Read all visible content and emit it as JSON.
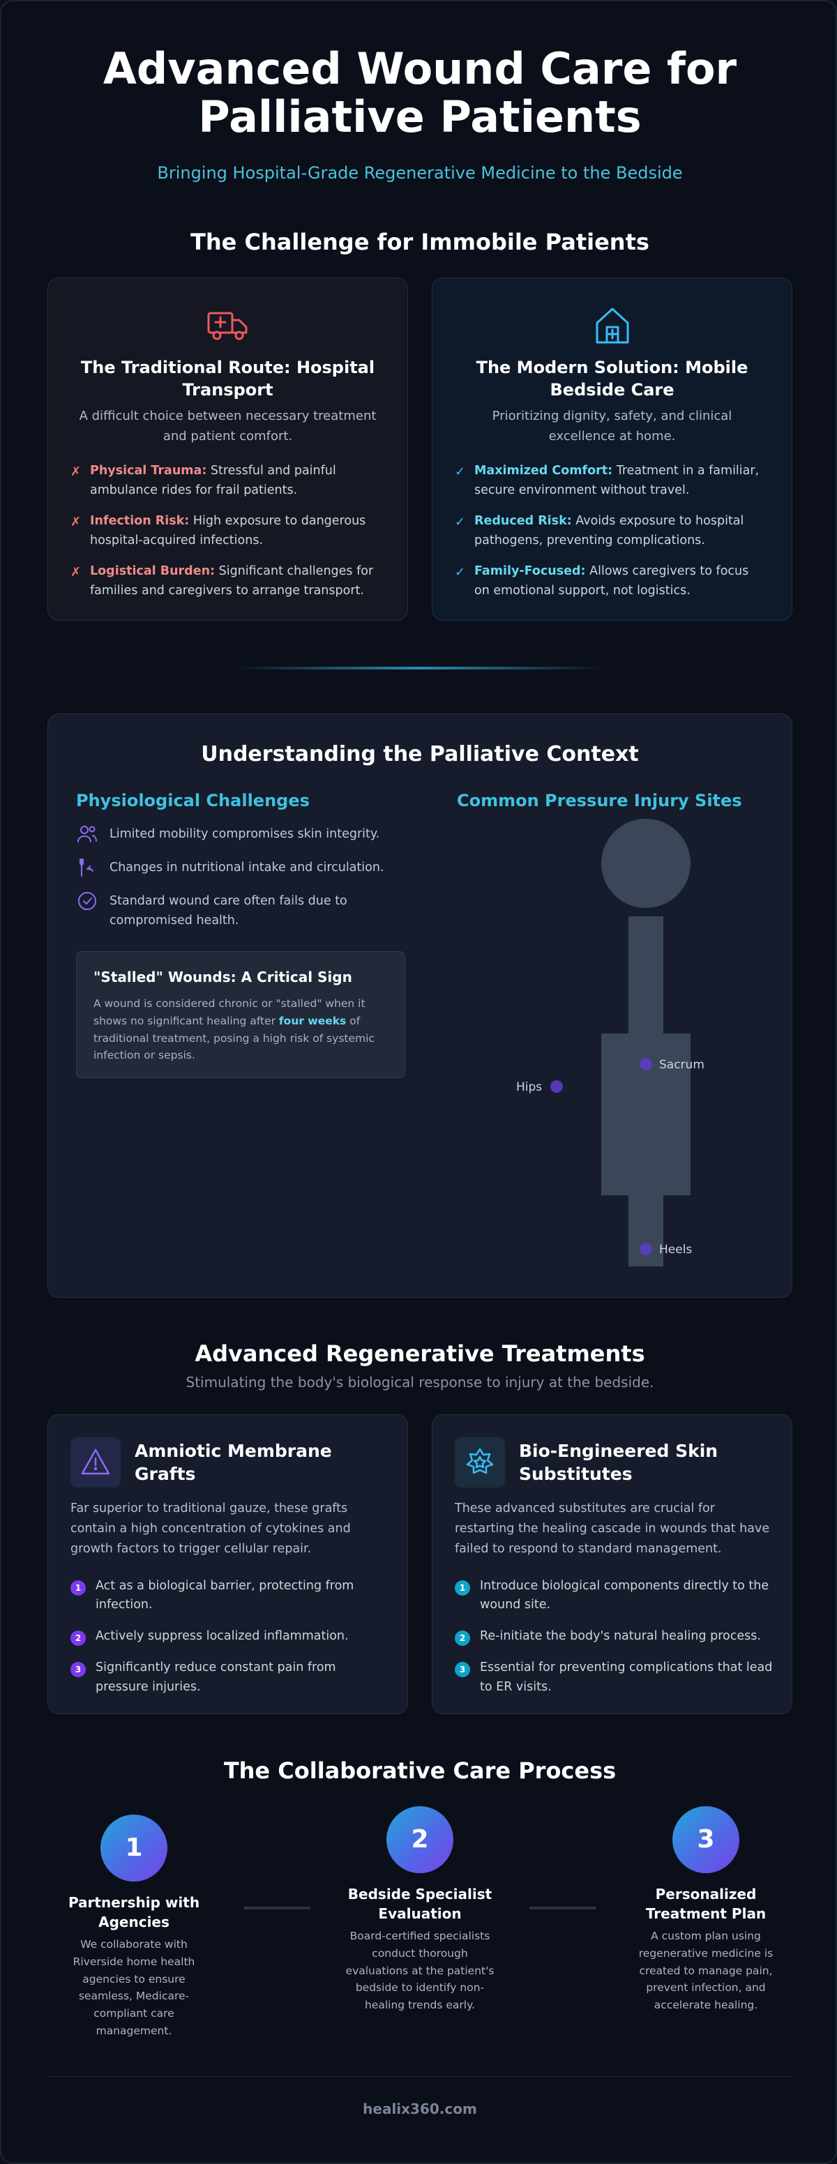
{
  "header": {
    "title_line1": "Advanced Wound Care for",
    "title_line2": "Palliative Patients",
    "subtitle": "Bringing Hospital-Grade Regenerative Medicine to the Bedside"
  },
  "challenge": {
    "title": "The Challenge for Immobile Patients",
    "traditional": {
      "icon": "ambulance-icon",
      "title": "The Traditional Route: Hospital Transport",
      "desc": "A difficult choice between necessary treatment and patient comfort.",
      "items": [
        {
          "label": "Physical Trauma:",
          "text": " Stressful and painful ambulance rides for frail patients."
        },
        {
          "label": "Infection Risk:",
          "text": " High exposure to dangerous hospital-acquired infections."
        },
        {
          "label": "Logistical Burden:",
          "text": " Significant challenges for families and caregivers to arrange transport."
        }
      ],
      "accent": "#f87171"
    },
    "modern": {
      "icon": "home-medical-icon",
      "title": "The Modern Solution: Mobile Bedside Care",
      "desc": "Prioritizing dignity, safety, and clinical excellence at home.",
      "items": [
        {
          "label": "Maximized Comfort:",
          "text": " Treatment in a familiar, secure environment without travel."
        },
        {
          "label": "Reduced Risk:",
          "text": " Avoids exposure to hospital pathogens, preventing complications."
        },
        {
          "label": "Family-Focused:",
          "text": " Allows caregivers to focus on emotional support, not logistics."
        }
      ],
      "accent": "#38bdf8"
    }
  },
  "context": {
    "title": "Understanding the Palliative Context",
    "phys_title": "Physiological Challenges",
    "phys_items": [
      {
        "icon": "users-icon",
        "text": "Limited mobility compromises skin integrity."
      },
      {
        "icon": "nutrition-icon",
        "text": "Changes in nutritional intake and circulation."
      },
      {
        "icon": "check-badge-icon",
        "text": "Standard wound care often fails due to compromised health."
      }
    ],
    "stalled": {
      "title": "\"Stalled\" Wounds: A Critical Sign",
      "text_before": "A wound is considered chronic or \"stalled\" when it shows no significant healing after ",
      "highlight": "four weeks",
      "text_after": " of traditional treatment, posing a high risk of systemic infection or sepsis."
    },
    "sites_title": "Common Pressure Injury Sites",
    "sites": {
      "sacrum": "Sacrum",
      "hips": "Hips",
      "heels": "Heels"
    }
  },
  "treatments": {
    "title": "Advanced Regenerative Treatments",
    "subtitle": "Stimulating the body's biological response to injury at the bedside.",
    "amnio": {
      "icon": "warning-triangle-icon",
      "title": "Amniotic Membrane Grafts",
      "desc": "Far superior to traditional gauze, these grafts contain a high concentration of cytokines and growth factors to trigger cellular repair.",
      "items": [
        "Act as a biological barrier, protecting from infection.",
        "Actively suppress localized inflammation.",
        "Significantly reduce constant pain from pressure injuries."
      ]
    },
    "bio": {
      "icon": "star-badge-icon",
      "title": "Bio-Engineered Skin Substitutes",
      "desc": "These advanced substitutes are crucial for restarting the healing cascade in wounds that have failed to respond to standard management.",
      "items": [
        "Introduce biological components directly to the wound site.",
        "Re-initiate the body's natural healing process.",
        "Essential for preventing complications that lead to ER visits."
      ]
    },
    "numbers": [
      "1",
      "2",
      "3"
    ]
  },
  "process": {
    "title": "The Collaborative Care Process",
    "steps": [
      {
        "num": "1",
        "title": "Partnership with Agencies",
        "text": "We collaborate with Riverside home health agencies to ensure seamless, Medicare-compliant care management."
      },
      {
        "num": "2",
        "title": "Bedside Specialist Evaluation",
        "text": "Board-certified specialists conduct thorough evaluations at the patient's bedside to identify non-healing trends early."
      },
      {
        "num": "3",
        "title": "Personalized Treatment Plan",
        "text": "A custom plan using regenerative medicine is created to manage pain, prevent infection, and accelerate healing."
      }
    ]
  },
  "footer": {
    "site": "healix360.com"
  }
}
